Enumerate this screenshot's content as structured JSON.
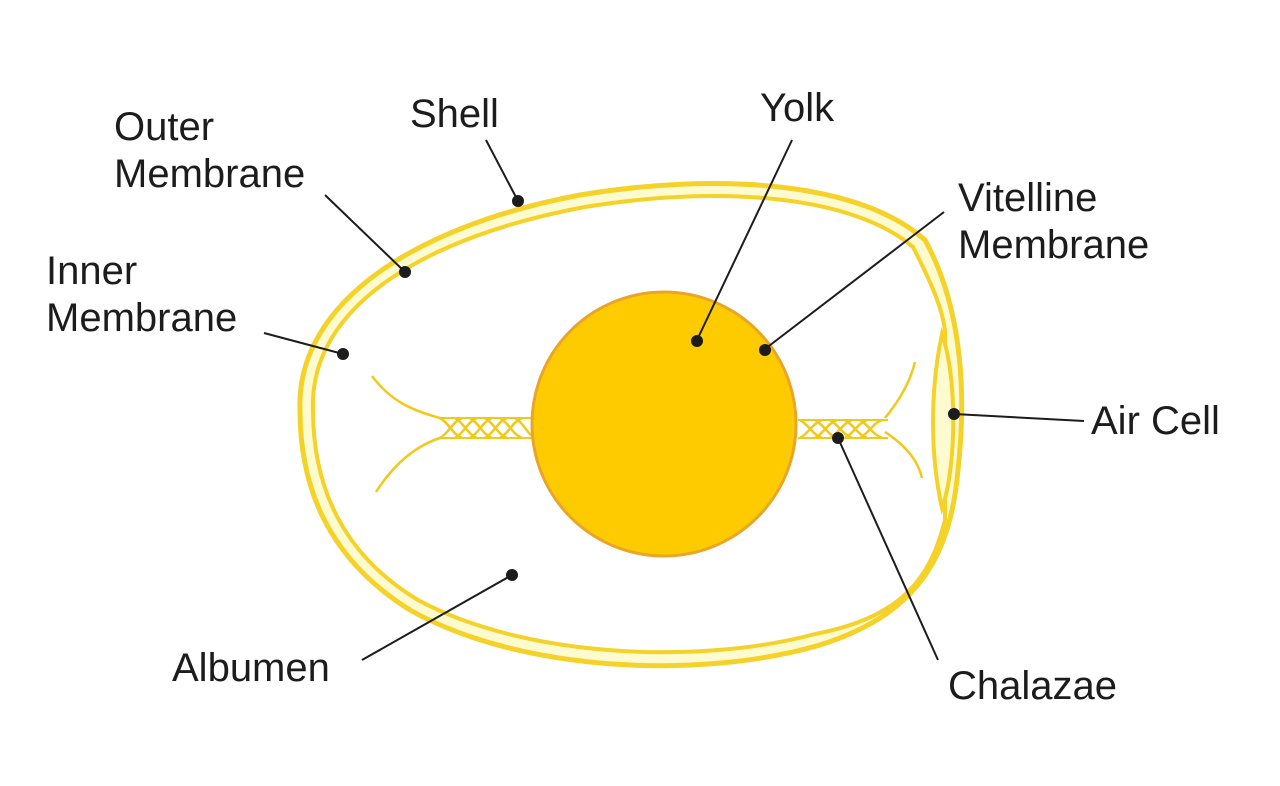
{
  "labels": {
    "outer_membrane": [
      "Outer",
      "Membrane"
    ],
    "shell": "Shell",
    "yolk": "Yolk",
    "vitelline_membrane": [
      "Vitelline",
      "Membrane"
    ],
    "inner_membrane": [
      "Inner",
      "Membrane"
    ],
    "air_cell": "Air Cell",
    "albumen": "Albumen",
    "chalazae": "Chalazae"
  },
  "colors": {
    "shell": "#f5d22a",
    "membrane_band": "#fffbd0",
    "yolk_fill": "#fecb00",
    "yolk_edge": "#e9a528",
    "air_cell": "#fffbd0",
    "chalazae": "#f0c91a",
    "label_text": "#1c1c1c",
    "background": "#ffffff"
  }
}
